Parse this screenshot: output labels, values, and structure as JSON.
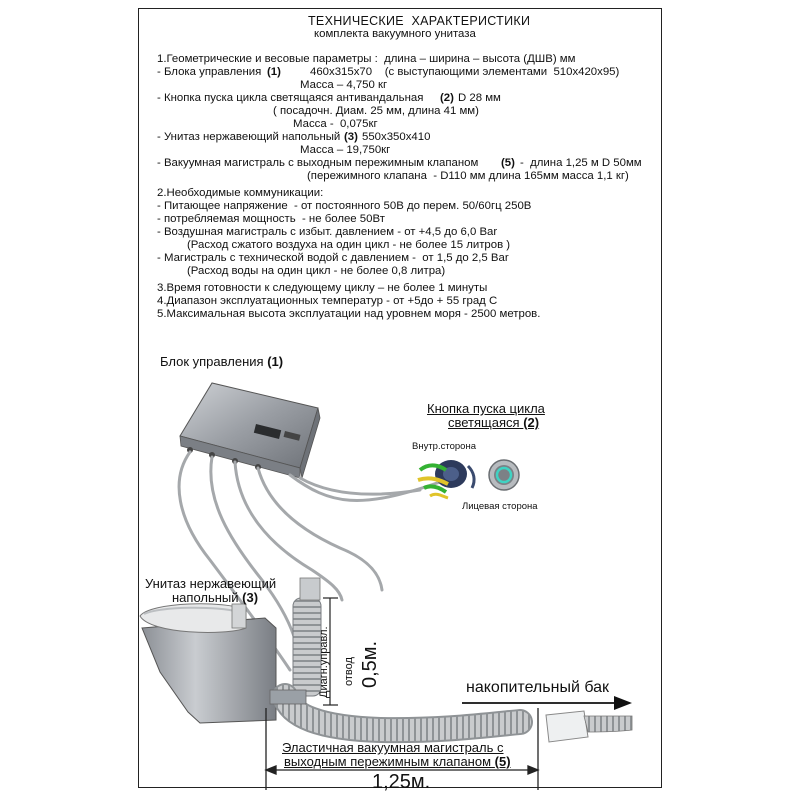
{
  "header": {
    "title": "ТЕХНИЧЕСКИЕ  ХАРАКТЕРИСТИКИ",
    "subtitle": "комплекта вакуумного унитаза"
  },
  "specs": {
    "s1_head": "1.Геометрические и весовые параметры :  длина – ширина – высота (ДШВ) мм",
    "s1_block": "- Блока управления",
    "s1_block_num": "(1)",
    "s1_block_dims": "460х315х70    (с выступающими элементами  510х420х95)",
    "s1_block_mass": "Масса – 4,750 кг",
    "s1_button": "- Кнопка пуска цикла светящаяся антивандальная",
    "s1_button_num": "(2)",
    "s1_button_dims": "D 28 мм",
    "s1_button_seat": "( посадочн. Диам. 25 мм, длина 41 мм)",
    "s1_button_mass": "Масса -  0,075кг",
    "s1_toilet": "- Унитаз нержавеющий напольный",
    "s1_toilet_num": "(3)",
    "s1_toilet_dims": "550х350х410",
    "s1_toilet_mass": "Масса – 19,750кг",
    "s1_line": "- Вакуумная магистраль с выходным пережимным клапаном",
    "s1_line_num": "(5)",
    "s1_line_dims": "-  длина 1,25 м D 50мм",
    "s1_valve": "(пережимного клапана  - D110 мм длина 165мм масса 1,1 кг)",
    "s2_head": "2.Необходимые коммуникации:",
    "s2_power": "- Питающее напряжение  - от постоянного 50В до перем. 50/60гц 250В",
    "s2_consumption": "- потребляемая мощность  - не более 50Вт",
    "s2_air": "- Воздушная магистраль с избыт. давлением - от +4,5 до 6,0 Bar",
    "s2_air_note": "(Расход сжатого воздуха на один цикл - не более 15 литров )",
    "s2_water": "- Магистраль с технической водой с давлением -  от 1,5 до 2,5 Bar",
    "s2_water_note": "(Расход воды на один цикл - не более 0,8 литра)",
    "s3": "3.Время готовности к следующему циклу – не более 1 минуты",
    "s4": "4.Диапазон эксплуатационных температур - от +5до + 55 град С",
    "s5": "5.Максимальная высота эксплуатации над уровнем моря - 2500 метров."
  },
  "diagram": {
    "control_unit": "Блок управления",
    "control_unit_num": "(1)",
    "button_title": "Кнопка пуска цикла",
    "button_title2": "светящаяся",
    "button_num": "(2)",
    "inner_side": "Внутр.сторона",
    "face_side": "Лицевая сторона",
    "toilet": "Унитаз нержавеющий",
    "toilet2": "напольный",
    "toilet_num": "(3)",
    "diag_label": "Диагн.управл.",
    "tap_label": "отвод",
    "vertical_dim": "0,5м.",
    "tank": "накопительный бак",
    "line_label1": "Эластичная вакуумная магистраль с",
    "line_label2": "выходным пережимным клапаном",
    "line_num": "(5)",
    "horizontal_dim": "1,25м."
  }
}
